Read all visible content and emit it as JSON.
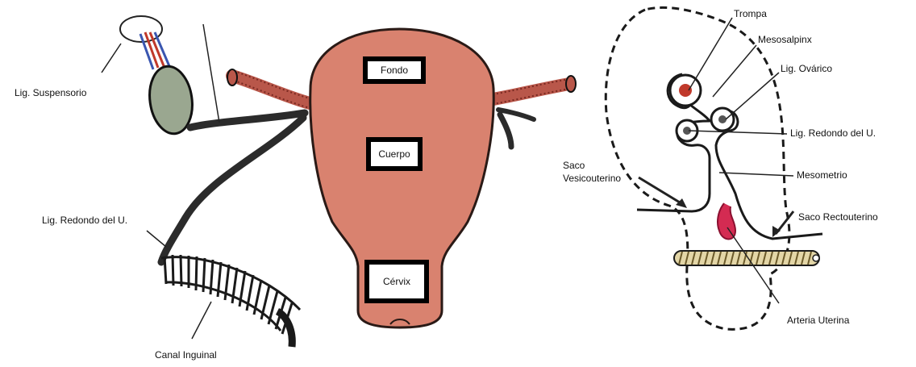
{
  "colors": {
    "uterus_fill": "#d9826f",
    "uterus_stroke": "#2a1a16",
    "tube_fill": "#b9574a",
    "ovary_fill": "#9aa790",
    "ligament": "#2b2b2b",
    "artery_fill": "#d42b52",
    "vessel_band": "#e3d6a7",
    "vessel_red": "#c0392b",
    "vessel_blue": "#3a56b0"
  },
  "left_labels": {
    "suspensorio": "Lig. Suspensorio",
    "redondo": "Lig. Redondo del U.",
    "canal": "Canal Inguinal"
  },
  "uterus_regions": {
    "fondo": "Fondo",
    "cuerpo": "Cuerpo",
    "cervix": "Cérvix"
  },
  "right_labels": {
    "trompa": "Trompa",
    "mesosalpinx": "Mesosalpinx",
    "lig_ovarico": "Lig. Ovárico",
    "lig_redondo": "Lig. Redondo del U.",
    "saco_vesico_line1": "Saco",
    "saco_vesico_line2": "Vesicouterino",
    "mesometrio": "Mesometrio",
    "saco_recto": "Saco Rectouterino",
    "arteria": "Arteria Uterina"
  }
}
